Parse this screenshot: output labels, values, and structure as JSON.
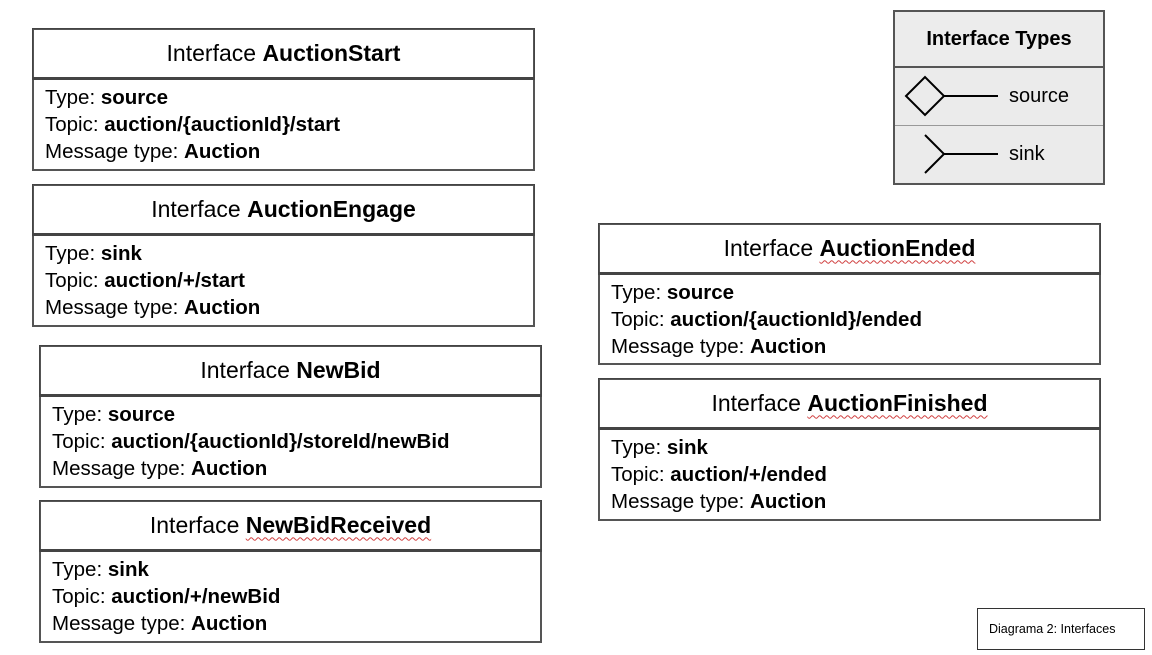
{
  "legend": {
    "title": "Interface Types",
    "items": [
      {
        "label": "source",
        "icon": "diamond-connector-icon"
      },
      {
        "label": "sink",
        "icon": "fork-connector-icon"
      }
    ]
  },
  "caption": "Diagrama 2: Interfaces",
  "labels": {
    "prefix": "Interface",
    "type": "Type:",
    "topic": "Topic:",
    "message_type": "Message type:"
  },
  "interfaces": [
    {
      "name": "AuctionStart",
      "type": "source",
      "topic": "auction/{auctionId}/start",
      "message_type": "Auction"
    },
    {
      "name": "AuctionEngage",
      "type": "sink",
      "topic": "auction/+/start",
      "message_type": "Auction"
    },
    {
      "name": "NewBid",
      "type": "source",
      "topic": "auction/{auctionId}/storeId/newBid",
      "message_type": "Auction"
    },
    {
      "name": "NewBidReceived",
      "type": "sink",
      "topic": "auction/+/newBid",
      "message_type": "Auction"
    },
    {
      "name": "AuctionEnded",
      "type": "source",
      "topic": "auction/{auctionId}/ended",
      "message_type": "Auction"
    },
    {
      "name": "AuctionFinished",
      "type": "sink",
      "topic": "auction/+/ended",
      "message_type": "Auction"
    }
  ]
}
